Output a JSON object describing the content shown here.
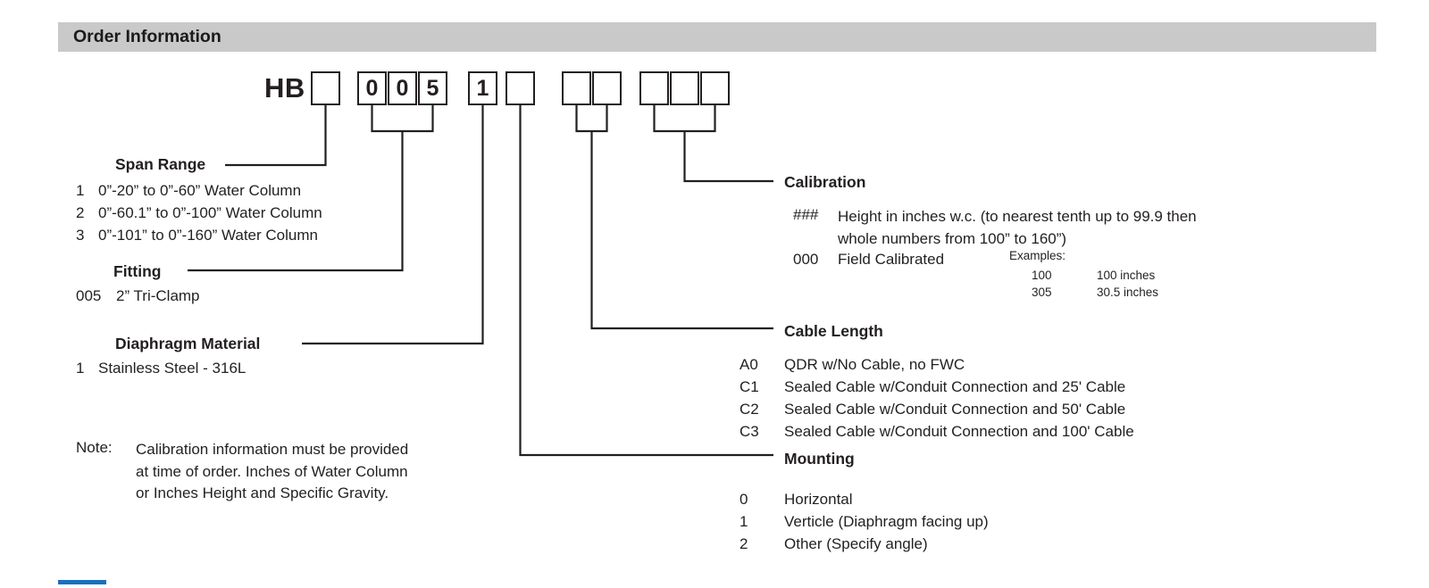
{
  "header": {
    "title": "Order Information"
  },
  "part_number": {
    "prefix": "HB",
    "boxes": [
      "",
      "0",
      "0",
      "5",
      "1",
      "",
      "",
      "",
      "",
      "",
      ""
    ]
  },
  "sections": {
    "span_range": {
      "title": "Span Range",
      "items": [
        {
          "code": "1",
          "desc": "0”-20” to 0”-60” Water Column"
        },
        {
          "code": "2",
          "desc": "0”-60.1” to 0”-100” Water Column"
        },
        {
          "code": "3",
          "desc": "0”-101” to 0”-160” Water Column"
        }
      ]
    },
    "fitting": {
      "title": "Fitting",
      "items": [
        {
          "code": "005",
          "desc": "2” Tri-Clamp"
        }
      ]
    },
    "diaphragm_material": {
      "title": "Diaphragm Material",
      "items": [
        {
          "code": "1",
          "desc": "Stainless Steel - 316L"
        }
      ]
    },
    "calibration": {
      "title": "Calibration",
      "items": [
        {
          "code": "###",
          "lines": [
            "Height in inches w.c. (to nearest tenth up to 99.9 then",
            "whole numbers from 100” to 160”)"
          ]
        },
        {
          "code": "000",
          "desc": "Field Calibrated"
        }
      ],
      "examples": {
        "label": "Examples:",
        "rows": [
          {
            "code": "100",
            "desc": "100 inches"
          },
          {
            "code": "305",
            "desc": "30.5 inches"
          }
        ]
      }
    },
    "cable_length": {
      "title": "Cable Length",
      "items": [
        {
          "code": "A0",
          "desc": "QDR w/No Cable, no FWC"
        },
        {
          "code": "C1",
          "desc": "Sealed Cable w/Conduit Connection and 25' Cable"
        },
        {
          "code": "C2",
          "desc": "Sealed Cable w/Conduit Connection and 50' Cable"
        },
        {
          "code": "C3",
          "desc": "Sealed Cable w/Conduit Connection and 100' Cable"
        }
      ]
    },
    "mounting": {
      "title": "Mounting",
      "items": [
        {
          "code": "0",
          "desc": "Horizontal"
        },
        {
          "code": "1",
          "desc": "Verticle (Diaphragm facing up)"
        },
        {
          "code": "2",
          "desc": "Other (Specify angle)"
        }
      ]
    }
  },
  "note": {
    "label": "Note:",
    "lines": [
      "Calibration information must be provided",
      "at time of order.  Inches of Water Column",
      "or Inches Height and Specific Gravity."
    ]
  },
  "colors": {
    "header_bar": "#c9c9c9",
    "text": "#231f20",
    "accent_blue": "#1a6fbf"
  }
}
